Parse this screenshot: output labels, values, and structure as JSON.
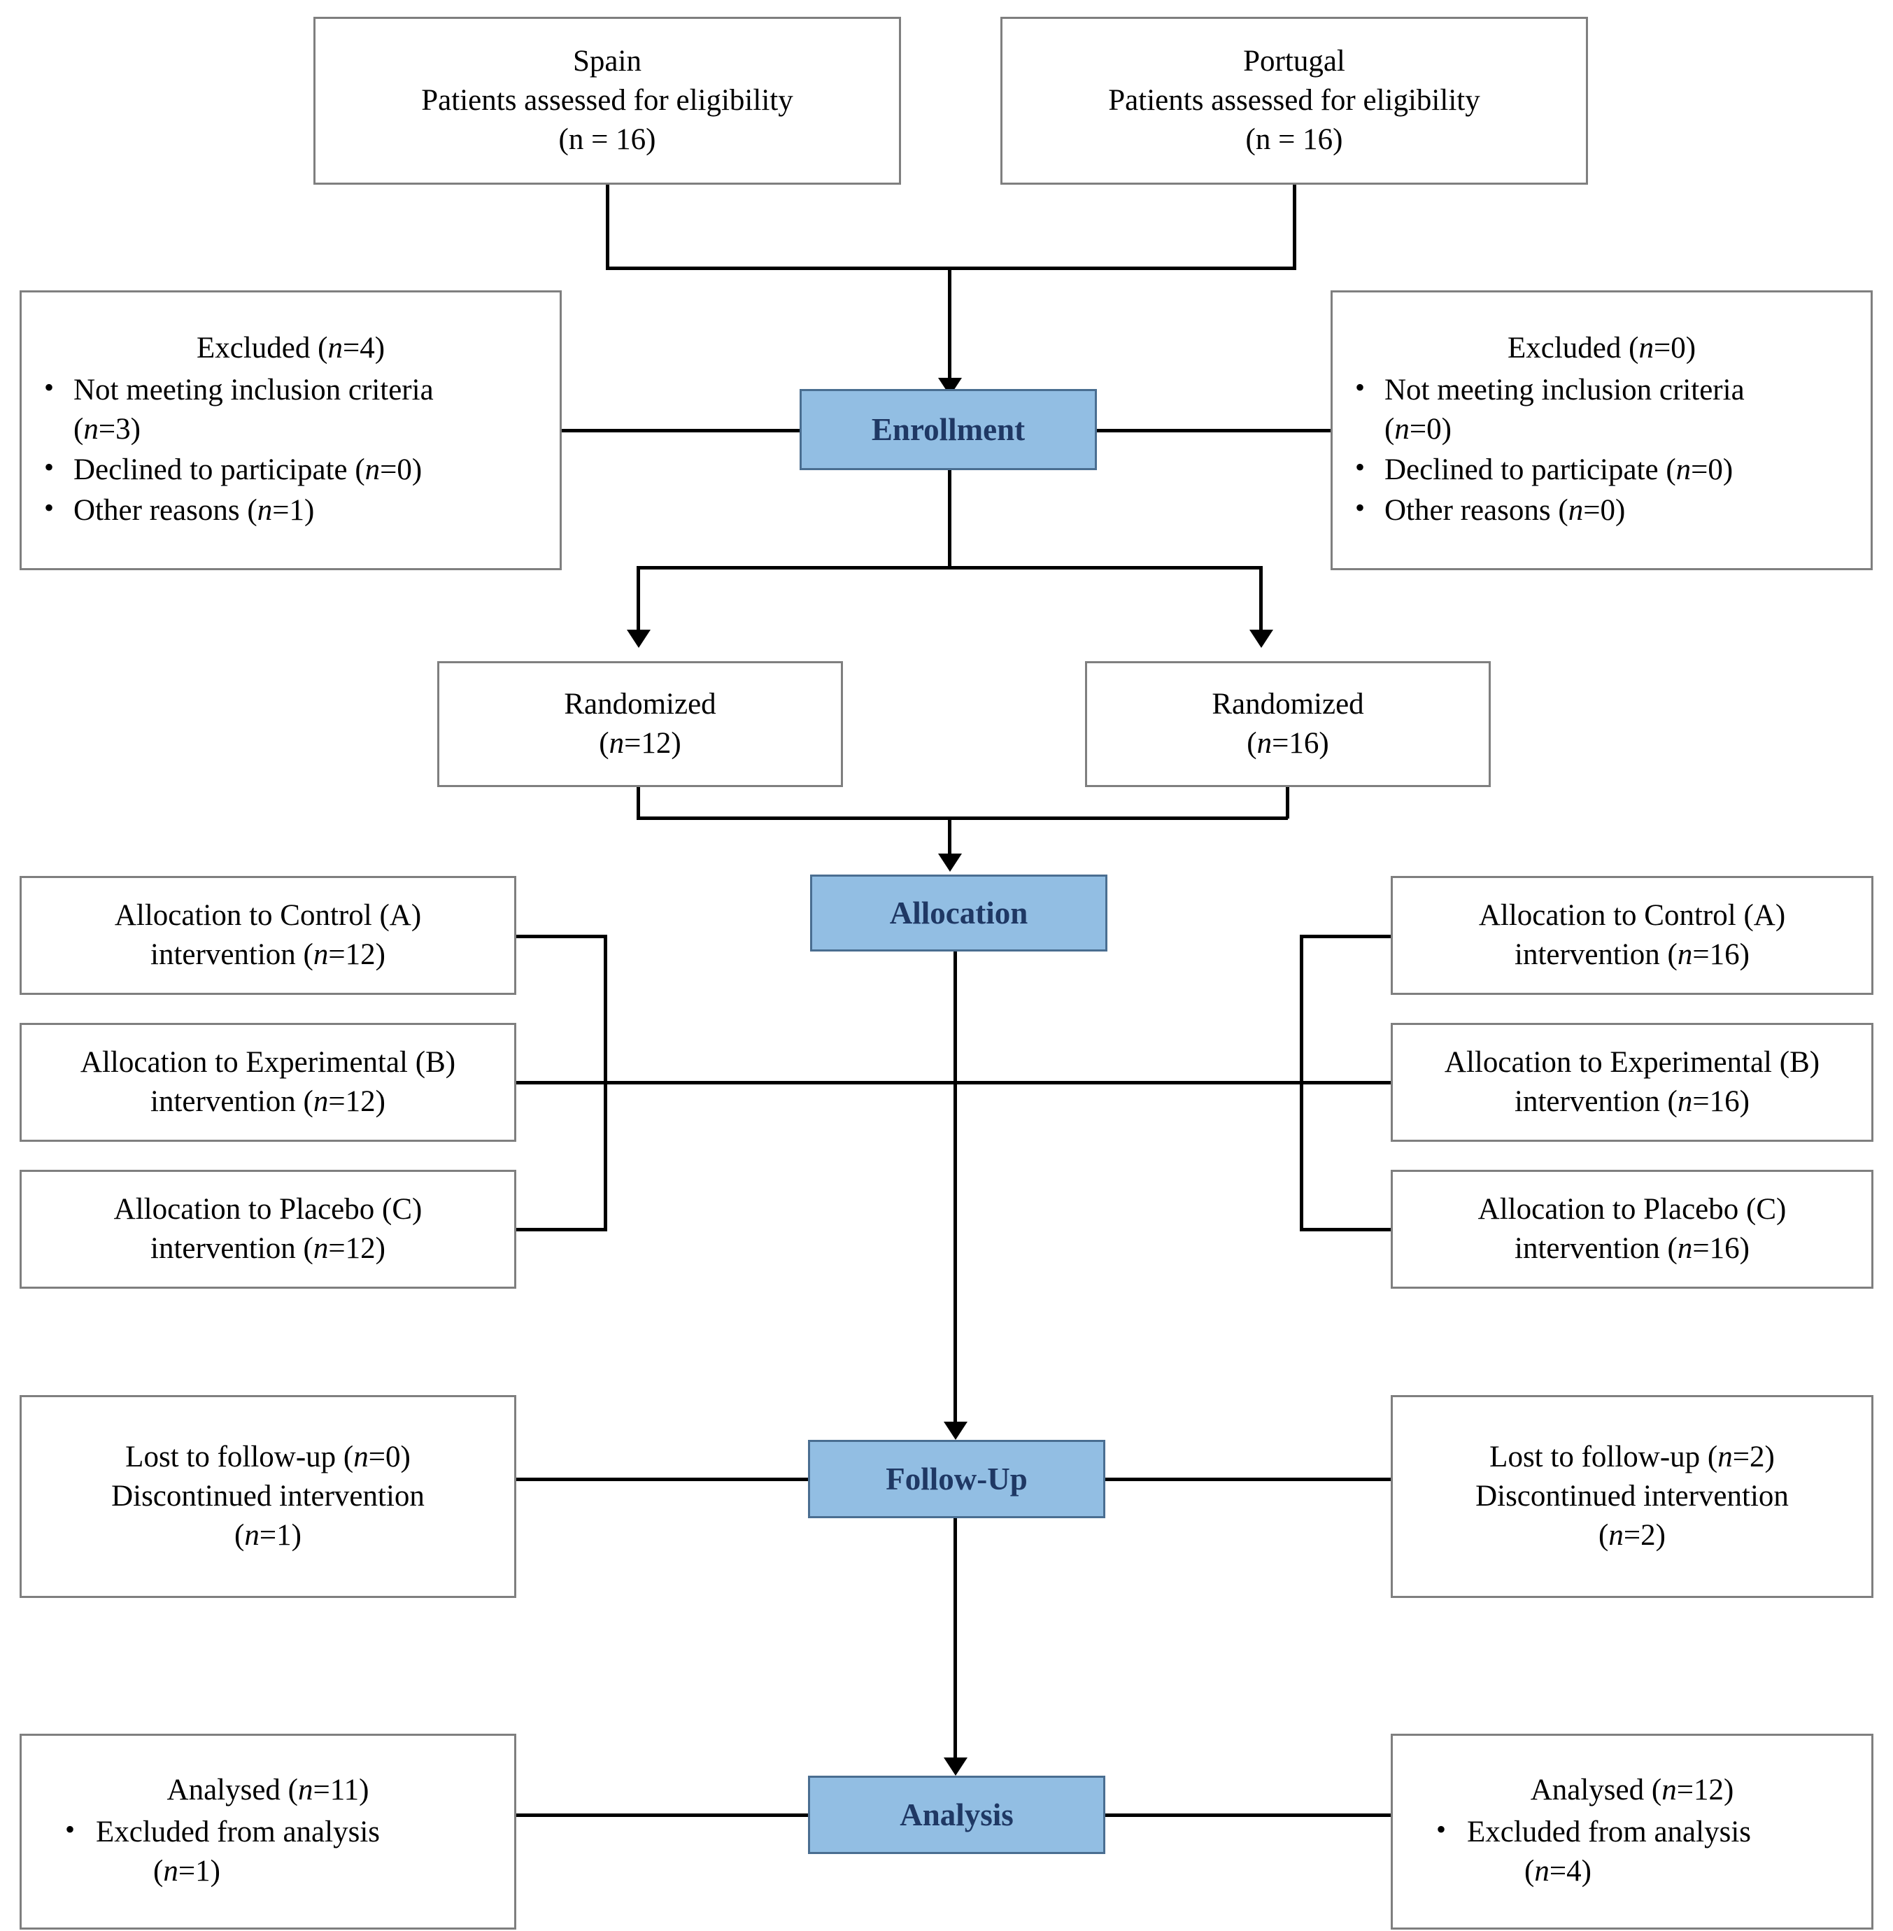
{
  "diagram": {
    "type": "CONSORT flow diagram",
    "accent_blue": "#92BEE3",
    "accent_blue_text": "#1F3864",
    "box_border": "#7f7f7f"
  },
  "stages": {
    "enrollment": "Enrollment",
    "allocation": "Allocation",
    "followup": "Follow-Up",
    "analysis": "Analysis"
  },
  "eligibility": {
    "spain": {
      "country": "Spain",
      "line": "Patients assessed for eligibility",
      "n": "(n = 16)"
    },
    "portugal": {
      "country": "Portugal",
      "line": "Patients assessed for eligibility",
      "n": "(n = 16)"
    }
  },
  "excluded_left": {
    "heading": "Excluded (n=4)",
    "items": [
      "Not meeting inclusion criteria (n=3)",
      "Declined to participate (n=0)",
      "Other reasons (n=1)"
    ]
  },
  "excluded_right": {
    "heading": "Excluded (n=0)",
    "items": [
      "Not meeting inclusion criteria (n=0)",
      "Declined to participate (n=0)",
      "Other reasons (n=0)"
    ]
  },
  "randomized": {
    "left": {
      "label": "Randomized",
      "n": "(n=12)"
    },
    "right": {
      "label": "Randomized",
      "n": "(n=16)"
    }
  },
  "allocation_left": [
    {
      "line1": "Allocation to Control (A)",
      "line2": "intervention (n=12)"
    },
    {
      "line1": "Allocation to Experimental (B)",
      "line2": "intervention (n=12)"
    },
    {
      "line1": "Allocation to Placebo (C)",
      "line2": "intervention (n=12)"
    }
  ],
  "allocation_right": [
    {
      "line1": "Allocation to Control (A)",
      "line2": "intervention (n=16)"
    },
    {
      "line1": "Allocation to Experimental (B)",
      "line2": "intervention (n=16)"
    },
    {
      "line1": "Allocation to Placebo (C)",
      "line2": "intervention (n=16)"
    }
  ],
  "followup_left": {
    "line1": "Lost to follow-up (n=0)",
    "line2": "Discontinued intervention",
    "line3": "(n=1)"
  },
  "followup_right": {
    "line1": "Lost to follow-up (n=2)",
    "line2": "Discontinued intervention",
    "line3": "(n=2)"
  },
  "analysis_left": {
    "heading": "Analysed (n=11)",
    "bullet_line1": "Excluded from analysis",
    "bullet_line2": "(n=1)"
  },
  "analysis_right": {
    "heading": "Analysed (n=12)",
    "bullet_line1": "Excluded from analysis",
    "bullet_line2": "(n=4)"
  },
  "glyphs": {
    "bullet": "•"
  }
}
